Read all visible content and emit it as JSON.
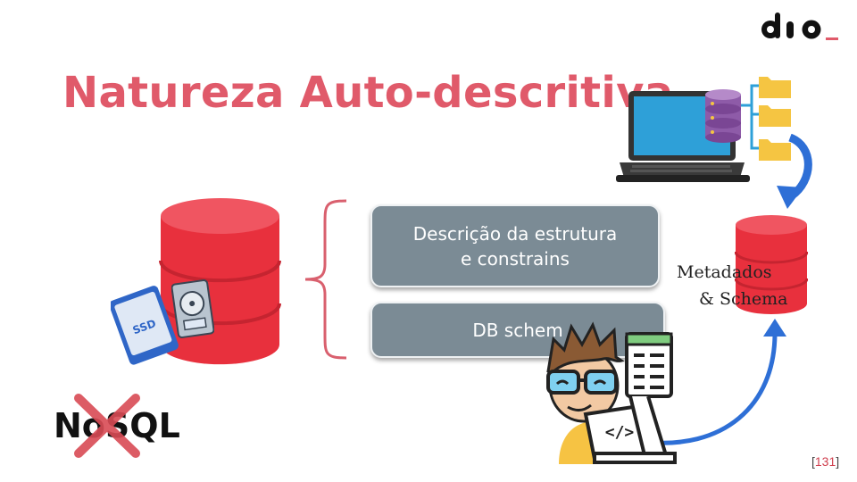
{
  "slide": {
    "title": "Natureza Auto-descritiva",
    "card_structure": "Descrição da estrutura\ne constrains",
    "card_schema": "DB schem",
    "metadata_line1": "Metadados",
    "metadata_line2": "& Schema",
    "nosql_label": "NoSQL",
    "page_open": "[",
    "page_number": "131",
    "page_close": "]"
  },
  "logo": {
    "text": "dio",
    "accent_color": "#e05a6a"
  },
  "ssd_label": "SSD",
  "colors": {
    "title": "#e05a6a",
    "database_red": "#e8303d",
    "card_gray": "#7b8b95",
    "brace": "#d9606e",
    "arrow_blue": "#2e6fd6",
    "cross_red": "#d94b55"
  },
  "icons": [
    "logo-icon",
    "laptop-icon",
    "folder-icon",
    "database-icon",
    "ssd-icon",
    "hard-drive-icon",
    "developer-icon",
    "curved-arrow-icon",
    "cross-icon"
  ]
}
